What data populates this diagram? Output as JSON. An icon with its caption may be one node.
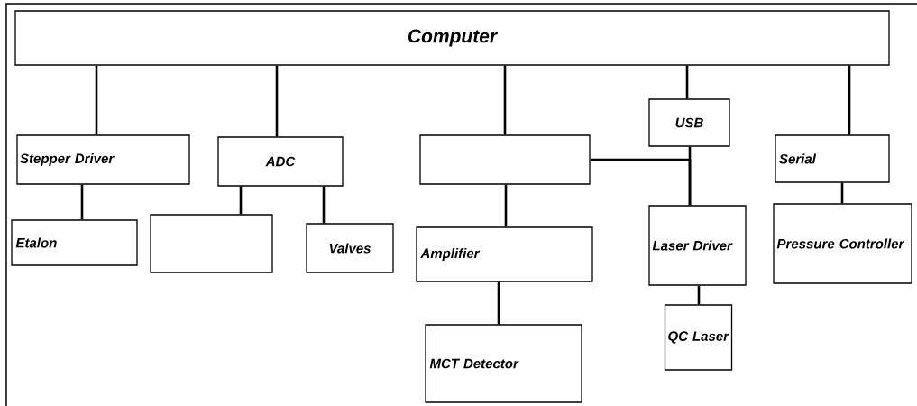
{
  "diagram": {
    "nodes": [
      {
        "text": [
          "Computer"
        ]
      },
      {
        "text": [
          "Stepper Driver"
        ]
      },
      {
        "text": [
          "ADC"
        ]
      },
      {
        "text": [],
        "shape": "box"
      },
      {
        "text": [
          "USB"
        ]
      },
      {
        "text": [
          "Serial"
        ]
      },
      {
        "text": [
          "Etalon"
        ]
      },
      {
        "text": [],
        "shape": "box"
      },
      {
        "text": [
          "Valves"
        ]
      },
      {
        "text": [
          "Amplifier"
        ]
      },
      {
        "text": [
          "Laser Driver"
        ]
      },
      {
        "text": [
          "Pressure Controller"
        ]
      },
      {
        "text": [
          "MCT Detector"
        ]
      },
      {
        "text": [
          "QC Laser"
        ]
      }
    ],
    "edges": [
      {
        "from": 0,
        "to": 1,
        "arrow": "none"
      },
      {
        "from": 0,
        "to": 2,
        "arrow": "none"
      },
      {
        "from": 0,
        "to": 3,
        "arrow": "none"
      },
      {
        "from": 0,
        "to": 4,
        "arrow": "none"
      },
      {
        "from": 0,
        "to": 5,
        "arrow": "none"
      },
      {
        "from": 1,
        "to": 6,
        "arrow": "none"
      },
      {
        "from": 2,
        "to": 7,
        "arrow": "none"
      },
      {
        "from": 2,
        "to": 8,
        "arrow": "none"
      },
      {
        "from": 3,
        "to": 9,
        "arrow": "none"
      },
      {
        "from": 4,
        "to": 10,
        "arrow": "none"
      },
      {
        "from": 3,
        "to": 10,
        "arrow": "none"
      },
      {
        "from": 5,
        "to": 11,
        "arrow": "none"
      },
      {
        "from": 9,
        "to": 12,
        "arrow": "none"
      },
      {
        "from": 10,
        "to": 13,
        "arrow": "none"
      }
    ]
  }
}
